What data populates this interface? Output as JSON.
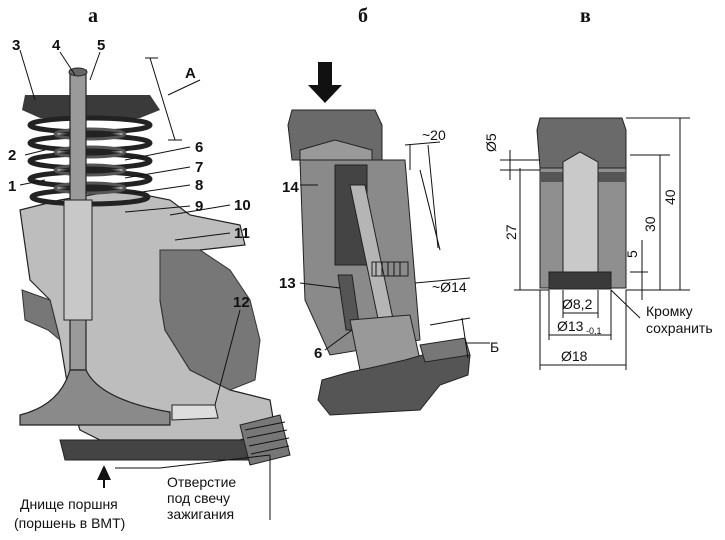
{
  "panels": {
    "a": "а",
    "b": "б",
    "v": "в"
  },
  "panel_a": {
    "labels": [
      "3",
      "4",
      "5",
      "А",
      "2",
      "1",
      "6",
      "7",
      "8",
      "9",
      "10",
      "11",
      "12"
    ],
    "caption_left": [
      "Днище поршня",
      "(поршень в ВМТ)"
    ],
    "caption_right": [
      "Отверстие",
      "под свечу",
      "зажигания"
    ]
  },
  "panel_b": {
    "labels": [
      "14",
      "13",
      "6"
    ],
    "dims": [
      "~20",
      "~Ø14",
      "Б"
    ]
  },
  "panel_v": {
    "dims": [
      "Ø5",
      "27",
      "30",
      "40",
      "5",
      "Ø8,2",
      "Ø13",
      "-0,1",
      "Ø18"
    ],
    "note": [
      "Кромку",
      "сохранить"
    ]
  }
}
